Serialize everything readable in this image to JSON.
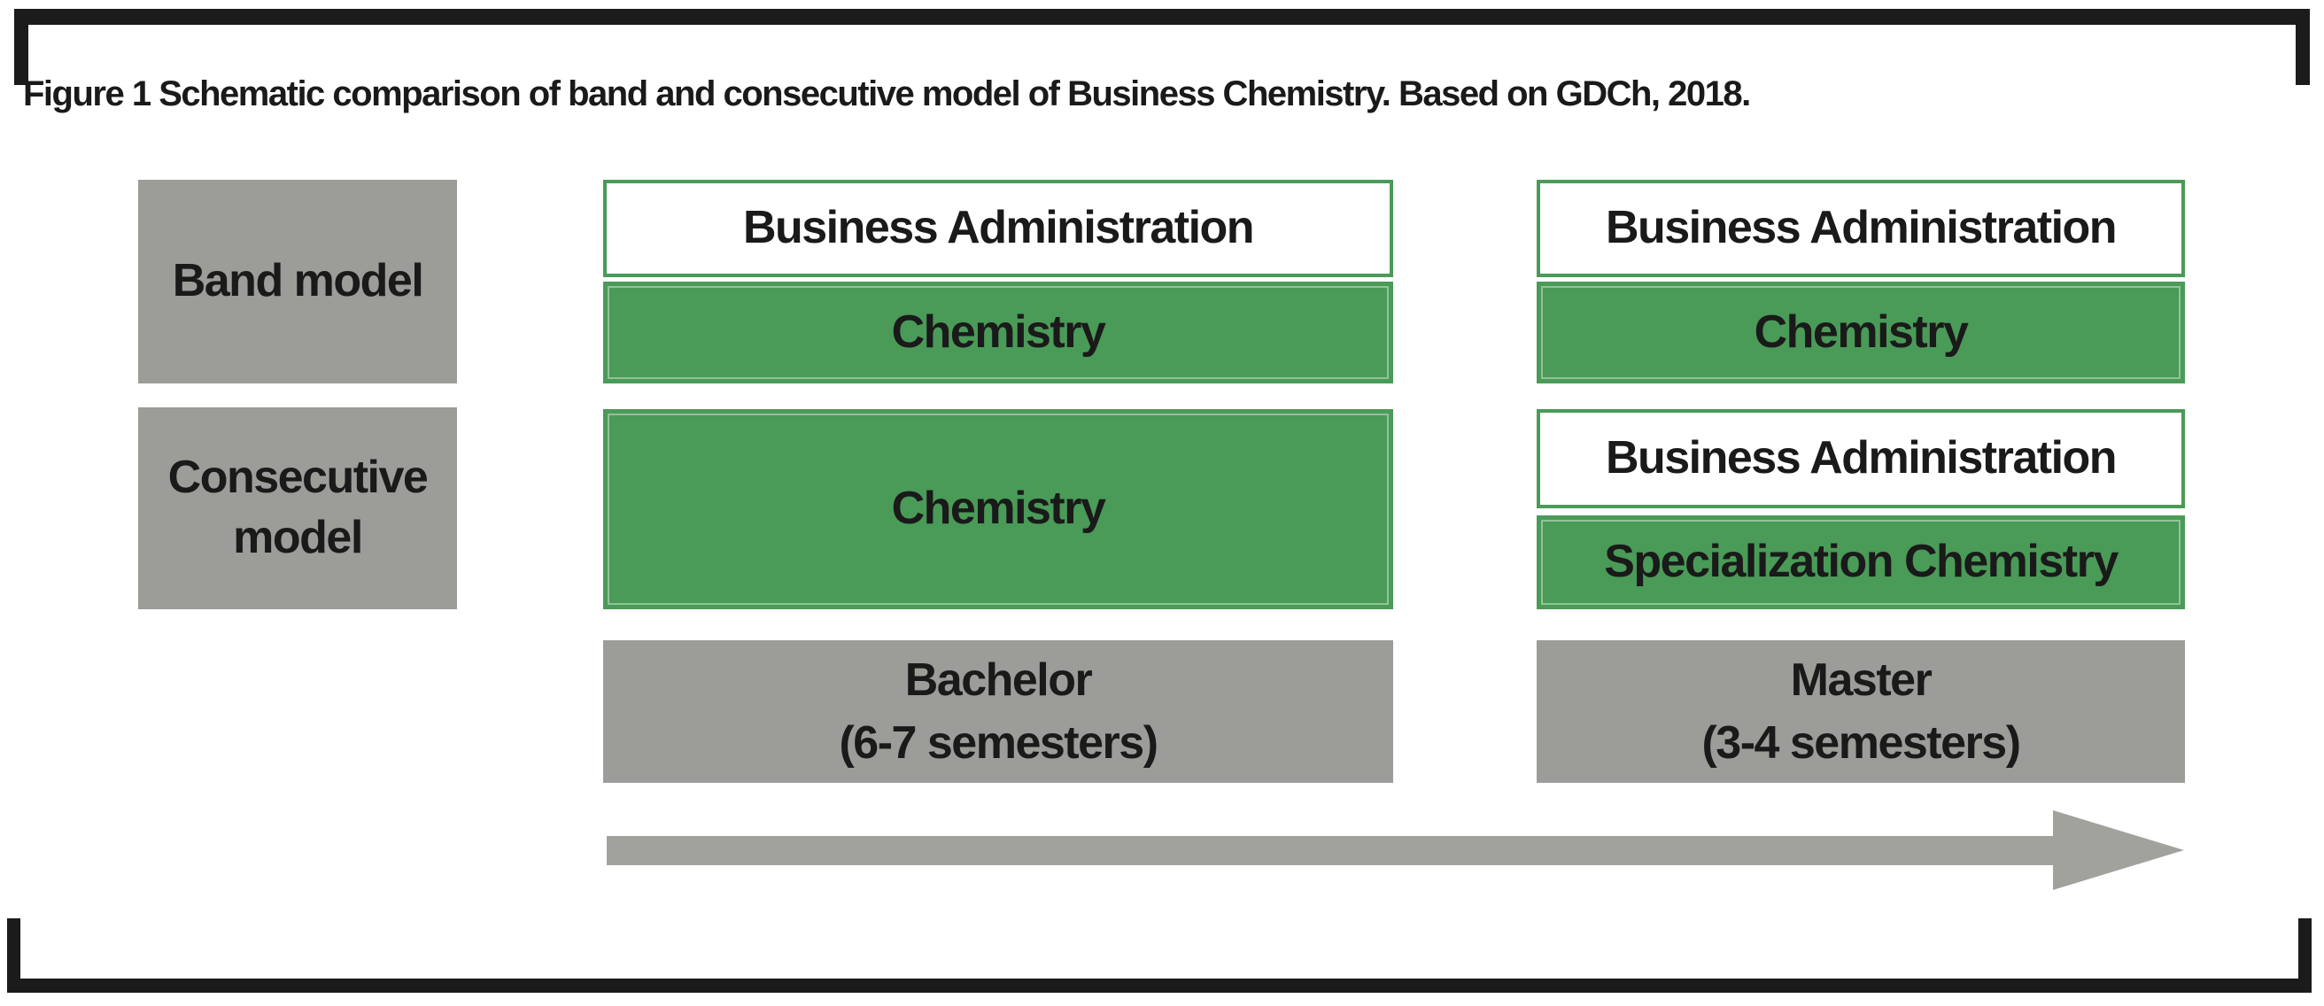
{
  "caption": "Figure 1 Schematic comparison of band and consecutive model of Business Chemistry. Based on GDCh, 2018.",
  "row_labels": {
    "band": "Band model",
    "consecutive": "Consecutive model"
  },
  "band_model": {
    "bachelor": {
      "top": "Business Administration",
      "bottom": "Chemistry"
    },
    "master": {
      "top": "Business Administration",
      "bottom": "Chemistry"
    }
  },
  "consecutive_model": {
    "bachelor": {
      "full": "Chemistry"
    },
    "master": {
      "top": "Business Administration",
      "bottom": "Specialization Chemistry"
    }
  },
  "stages": {
    "bachelor": {
      "title": "Bachelor",
      "duration": "(6-7 semesters)"
    },
    "master": {
      "title": "Master",
      "duration": "(3-4 semesters)"
    }
  },
  "icons": {
    "timeline_arrow": "right-arrow"
  },
  "colors": {
    "green": "#4a9a58",
    "gray": "#9c9c98",
    "arrow_gray": "#a2a29d",
    "frame_black": "#1b1b1b",
    "text": "#1a1a1a"
  }
}
